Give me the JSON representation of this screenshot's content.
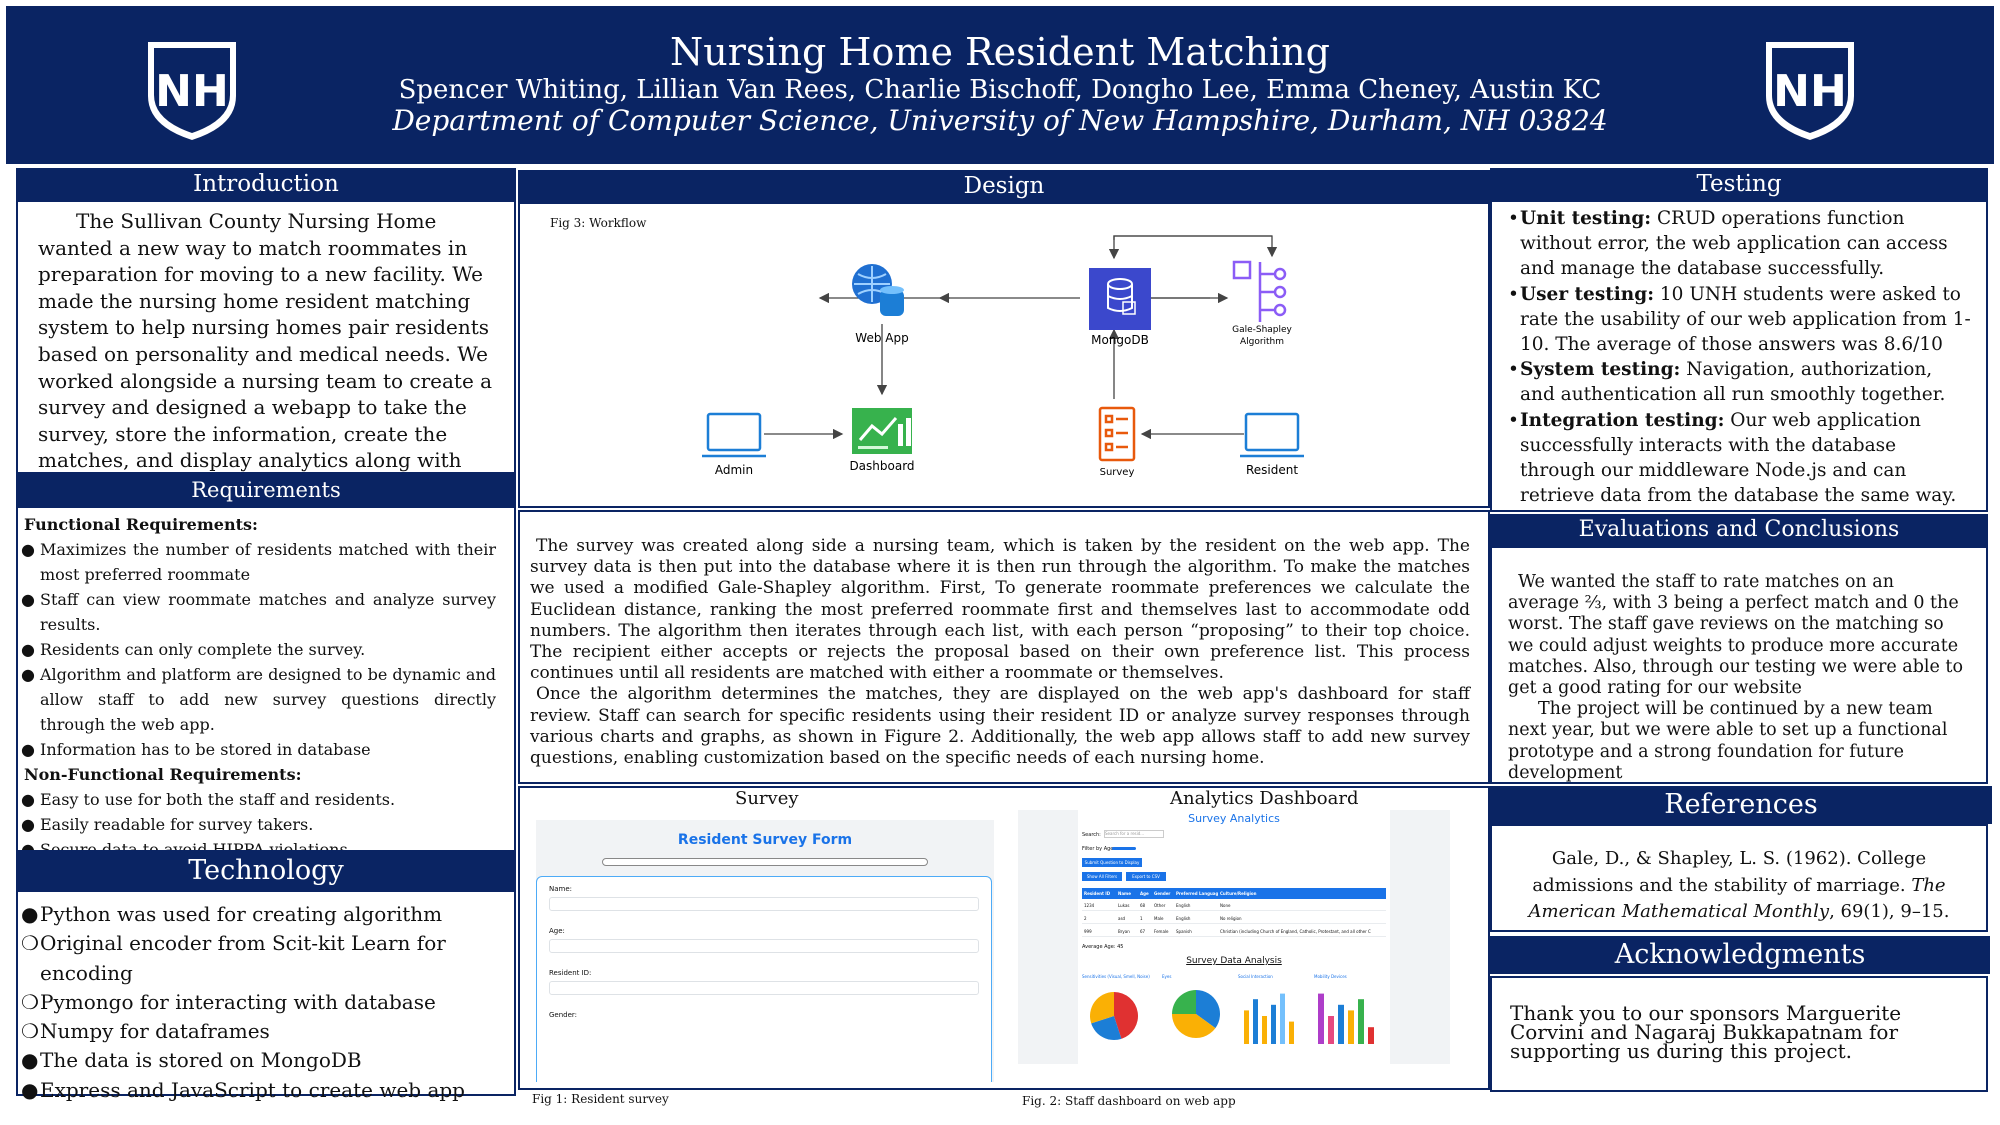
{
  "header": {
    "title": "Nursing Home Resident Matching",
    "authors": "Spencer Whiting, Lillian Van Rees, Charlie Bischoff, Dongho Lee, Emma Cheney, Austin KC",
    "department": "Department of Computer Science, University of New Hampshire, Durham, NH 03824",
    "logo_text": "NH"
  },
  "introduction": {
    "heading": "Introduction",
    "body": "The Sullivan County Nursing Home wanted a new way to match roommates in preparation for moving to a new facility. We made the nursing home resident matching system to help nursing homes pair residents based on personality and medical needs. We worked alongside a nursing team to create a survey and designed a webapp to take the survey, store the information, create the matches, and display analytics along with results for the staff."
  },
  "requirements": {
    "heading": "Requirements",
    "functional_title": "Functional Requirements:",
    "functional": [
      "Maximizes the number of residents matched with their most preferred roommate",
      "Staff can view roommate matches and analyze survey results.",
      "Residents can only complete the survey.",
      "Algorithm and platform are designed to be dynamic and allow staff to add new survey questions directly through the web app.",
      "Information has to be stored in database"
    ],
    "nonfunctional_title": "Non-Functional Requirements:",
    "nonfunctional": [
      "Easy to use for both the staff and residents.",
      "Easily readable for survey takers.",
      "Secure data to avoid HIPPA violations"
    ]
  },
  "technology": {
    "heading": "Technology",
    "items": [
      {
        "bullet": "●",
        "text": "Python was used for creating algorithm"
      },
      {
        "bullet": "❍",
        "text": "Original encoder from Scit-kit Learn for encoding"
      },
      {
        "bullet": "❍",
        "text": "Pymongo for interacting with database"
      },
      {
        "bullet": "❍",
        "text": "Numpy for dataframes"
      },
      {
        "bullet": "●",
        "text": "The data is stored on MongoDB"
      },
      {
        "bullet": "●",
        "text": "Express and JavaScript to create web app"
      }
    ]
  },
  "design": {
    "heading": "Design",
    "fig3_label": "Fig 3: Workflow",
    "workflow": {
      "web_app": "Web App",
      "mongodb": "MongoDB",
      "gale_shapley_1": "Gale-Shapley",
      "gale_shapley_2": "Algorithm",
      "admin": "Admin",
      "dashboard": "Dashboard",
      "survey": "Survey",
      "resident": "Resident"
    },
    "para1": "The survey was created along side a nursing team, which is taken by the resident on the web app. The survey data is then put into the database where it is then run through the algorithm.  To make the matches we used a modified Gale-Shapley algorithm. First, To generate roommate preferences we calculate the Euclidean distance, ranking the most preferred roommate first and themselves last to accommodate odd numbers. The algorithm then iterates through each list, with each person “proposing” to their top choice. The recipient either accepts or rejects the proposal based on their own preference list. This process continues until all residents are matched with either a roommate or themselves.",
    "para2": "Once the algorithm determines the matches, they are displayed on the web app's dashboard for staff review. Staff can search for specific residents using their resident ID or analyze survey responses through various charts and graphs, as shown in Figure 2. Additionally, the web app allows staff to add new survey questions, enabling customization based on the specific needs of each nursing home.",
    "survey_heading": "Survey",
    "dashboard_heading": "Analytics Dashboard",
    "fig1_label": "Fig 1: Resident survey",
    "fig2_label": "Fig. 2: Staff dashboard on web app"
  },
  "survey_form": {
    "title": "Resident Survey Form",
    "fields": [
      "Name:",
      "Age:",
      "Resident ID:",
      "Gender:"
    ]
  },
  "dashboard_shot": {
    "title": "Survey Analytics",
    "search_label": "Search:",
    "search_placeholder": "Search for a resid...",
    "age_label": "Filter by Age:",
    "btn1": "Submit Question to Display",
    "btn2": "Show All Filters",
    "btn3": "Export to CSV",
    "columns": [
      "Resident ID",
      "Name",
      "Age",
      "Gender",
      "Preferred Language",
      "Culture/Religion"
    ],
    "rows": [
      [
        "1234",
        "Lukas",
        "68",
        "Other",
        "English",
        "None"
      ],
      [
        "2",
        "asd",
        "1",
        "Male",
        "English",
        "No religion"
      ],
      [
        "999",
        "Bryan",
        "67",
        "Female",
        "Spanish",
        "Christian (including Church of England, Catholic, Protestant, and all other C"
      ]
    ],
    "avg_label": "Average Age: 45",
    "analysis_title": "Survey Data Analysis",
    "chart_titles": [
      "Sensitivities (Visual, Smell, Noise)",
      "Eyes",
      "Social Interaction",
      "Mobility Devices"
    ]
  },
  "testing": {
    "heading": "Testing",
    "items": [
      {
        "label": "Unit testing:",
        "text": "  CRUD operations function without error, the web application can access and manage the database successfully."
      },
      {
        "label": "User testing:",
        "text": " 10 UNH students were asked to rate the usability of our web application from 1-10. The average of those answers was 8.6/10"
      },
      {
        "label": "System testing:",
        "text": " Navigation, authorization, and authentication all run smoothly together."
      },
      {
        "label": "Integration testing:",
        "text": " Our web application successfully interacts with the database through our middleware Node.js and can retrieve data from the database the same way."
      }
    ]
  },
  "evaluations": {
    "heading": "Evaluations and Conclusions",
    "para1": "We wanted the staff to rate matches on an average ⅔, with 3 being a perfect match and 0 the worst. The staff gave reviews on the matching so we could adjust weights to produce more accurate matches. Also, through our testing we were able to get a good rating for our website",
    "para2": "The project will be continued by a new team next year, but we were able to set up a functional prototype and a strong foundation for future development"
  },
  "references": {
    "heading": "References",
    "text_pre": "Gale, D., & Shapley, L. S. (1962). College admissions and the stability of marriage. ",
    "journal": "The American Mathematical Monthly",
    "text_post": ", 69(1), 9–15."
  },
  "acknowledgments": {
    "heading": "Acknowledgments",
    "text": "Thank you to our sponsors Marguerite Corvini and Nagaraj Bukkapatnam for supporting us during this project."
  },
  "colors": {
    "navy": "#0a2463",
    "accent_blue": "#1a73e8"
  }
}
